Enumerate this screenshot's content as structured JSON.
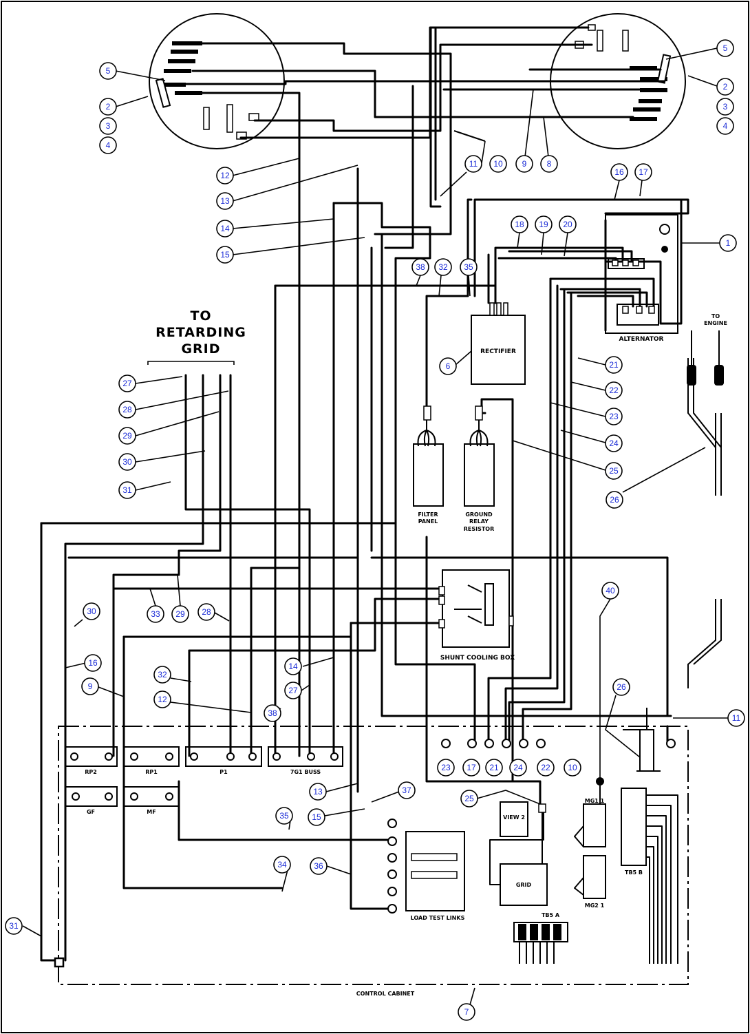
{
  "labels": {
    "retarding_grid_line1": "TO",
    "retarding_grid_line2": "RETARDING",
    "retarding_grid_line3": "GRID",
    "to_engine_line1": "TO",
    "to_engine_line2": "ENGINE",
    "alternator": "ALTERNATOR",
    "rectifier": "RECTIFIER",
    "filter_panel_line1": "FILTER",
    "filter_panel_line2": "PANEL",
    "ground_relay_line1": "GROUND",
    "ground_relay_line2": "RELAY",
    "ground_relay_line3": "RESISTOR",
    "shunt_cooling_box": "SHUNT COOLING BOX",
    "control_cabinet": "CONTROL CABINET",
    "load_test_links": "LOAD TEST LINKS",
    "rp2": "RP2",
    "rp1": "RP1",
    "p1": "P1",
    "tbus": "7G1 BUSS",
    "gf": "GF",
    "mf": "MF",
    "grid": "GRID",
    "tb_a": "TB5 A",
    "tb_right": "TB5 B",
    "mg1": "MG1 1",
    "mg2": "MG2 1",
    "view": "VIEW 2"
  },
  "callouts": [
    "1",
    "2",
    "3",
    "4",
    "5",
    "6",
    "7",
    "8",
    "9",
    "10",
    "11",
    "12",
    "13",
    "14",
    "15",
    "16",
    "17",
    "18",
    "19",
    "20",
    "21",
    "22",
    "23",
    "24",
    "25",
    "26",
    "27",
    "28",
    "29",
    "30",
    "31",
    "32",
    "33",
    "34",
    "35",
    "36",
    "37",
    "38",
    "40"
  ]
}
